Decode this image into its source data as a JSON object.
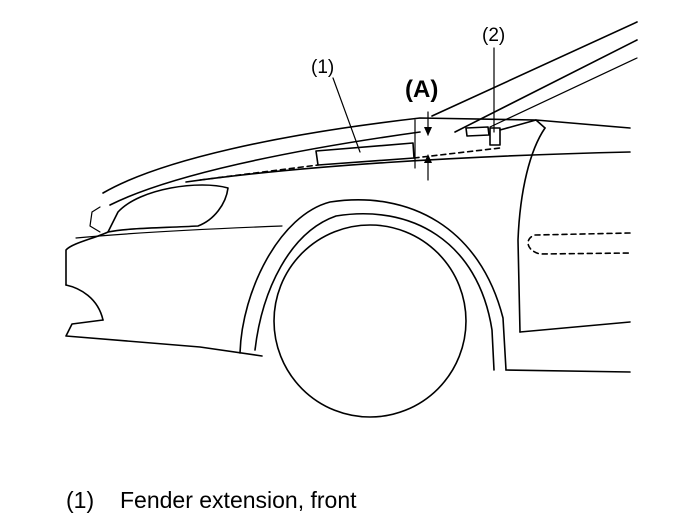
{
  "callouts": {
    "part1": "(1)",
    "part2": "(2)",
    "dimension_a": "(A)"
  },
  "legend": [
    {
      "number": "(1)",
      "text": "Fender extension, front"
    }
  ]
}
